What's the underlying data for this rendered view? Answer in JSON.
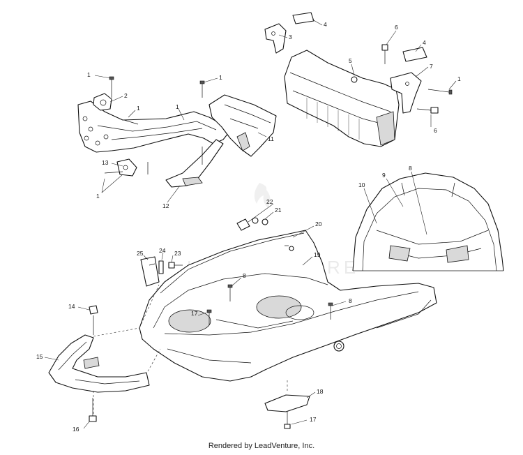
{
  "footer": {
    "text": "Rendered by LeadVenture, Inc."
  },
  "watermark": {
    "text": "LEADVENTURE"
  },
  "callouts": [
    {
      "id": "c1",
      "text": "1"
    },
    {
      "id": "c2",
      "text": "2"
    },
    {
      "id": "c3",
      "text": "3"
    },
    {
      "id": "c4",
      "text": "4"
    },
    {
      "id": "c5",
      "text": "5"
    },
    {
      "id": "c6",
      "text": "6"
    },
    {
      "id": "c7",
      "text": "7"
    },
    {
      "id": "c8",
      "text": "8"
    },
    {
      "id": "c9",
      "text": "9"
    },
    {
      "id": "c10",
      "text": "10"
    },
    {
      "id": "c11",
      "text": "11"
    },
    {
      "id": "c12",
      "text": "12"
    },
    {
      "id": "c13",
      "text": "13"
    },
    {
      "id": "c14",
      "text": "14"
    },
    {
      "id": "c15",
      "text": "15"
    },
    {
      "id": "c16",
      "text": "16"
    },
    {
      "id": "c17",
      "text": "17"
    },
    {
      "id": "c18",
      "text": "18"
    },
    {
      "id": "c19",
      "text": "19"
    },
    {
      "id": "c20",
      "text": "20"
    },
    {
      "id": "c21",
      "text": "21"
    },
    {
      "id": "c22",
      "text": "22"
    },
    {
      "id": "c23",
      "text": "23"
    },
    {
      "id": "c24",
      "text": "24"
    },
    {
      "id": "c25",
      "text": "25"
    }
  ]
}
